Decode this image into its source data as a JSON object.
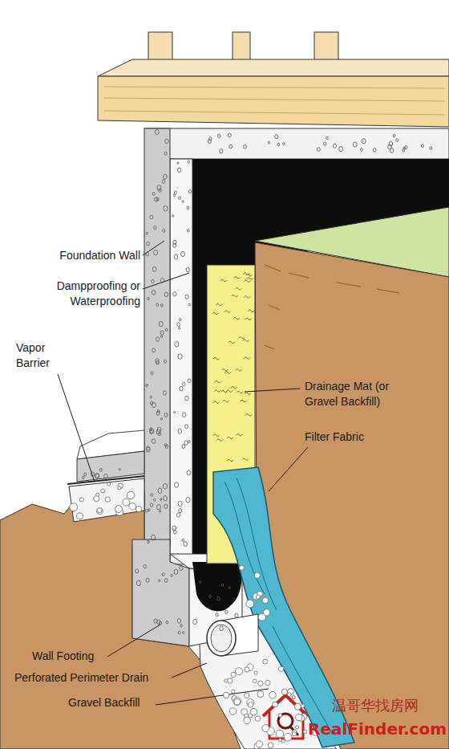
{
  "diagram": {
    "labels": [
      "Foundation Wall",
      "Dampproofing or Waterproofing",
      "Vapor Barrier",
      "Drainage Mat (or Gravel Backfill)",
      "Filter Fabric",
      "Wall Footing",
      "Perforated Perimeter Drain",
      "Gravel Backfill",
      "温哥华找房网",
      "RealFinder.com"
    ]
  }
}
